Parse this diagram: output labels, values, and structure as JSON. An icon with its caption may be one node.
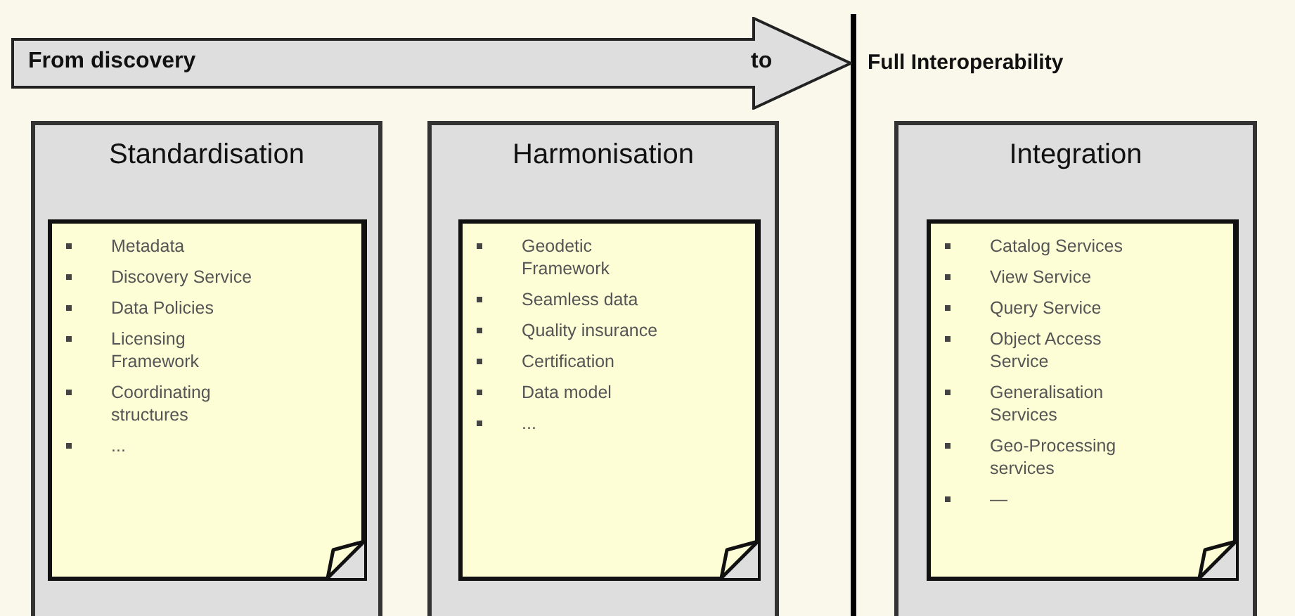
{
  "diagram": {
    "nodes": [
      {
        "text": [
          "From discovery",
          "to"
        ]
      },
      {
        "text": [
          "Full Interoperability"
        ]
      },
      {
        "text": [
          "Standardisation"
        ]
      },
      {
        "text": [
          "Metadata",
          "Discovery Service",
          "Data Policies",
          "Licensing Framework",
          "Coordinating structures",
          "..."
        ],
        "in": 2
      },
      {
        "text": [
          "Harmonisation"
        ]
      },
      {
        "text": [
          "Geodetic Framework",
          "Seamless data",
          "Quality insurance",
          "Certification",
          "Data model",
          "..."
        ],
        "in": 4
      },
      {
        "text": [
          "Integration"
        ]
      },
      {
        "text": [
          "Catalog Services",
          "View Service",
          "Query Service",
          "Object Access Service",
          "Generalisation Services",
          "Geo-Processing services",
          "—"
        ],
        "in": 6
      }
    ]
  }
}
